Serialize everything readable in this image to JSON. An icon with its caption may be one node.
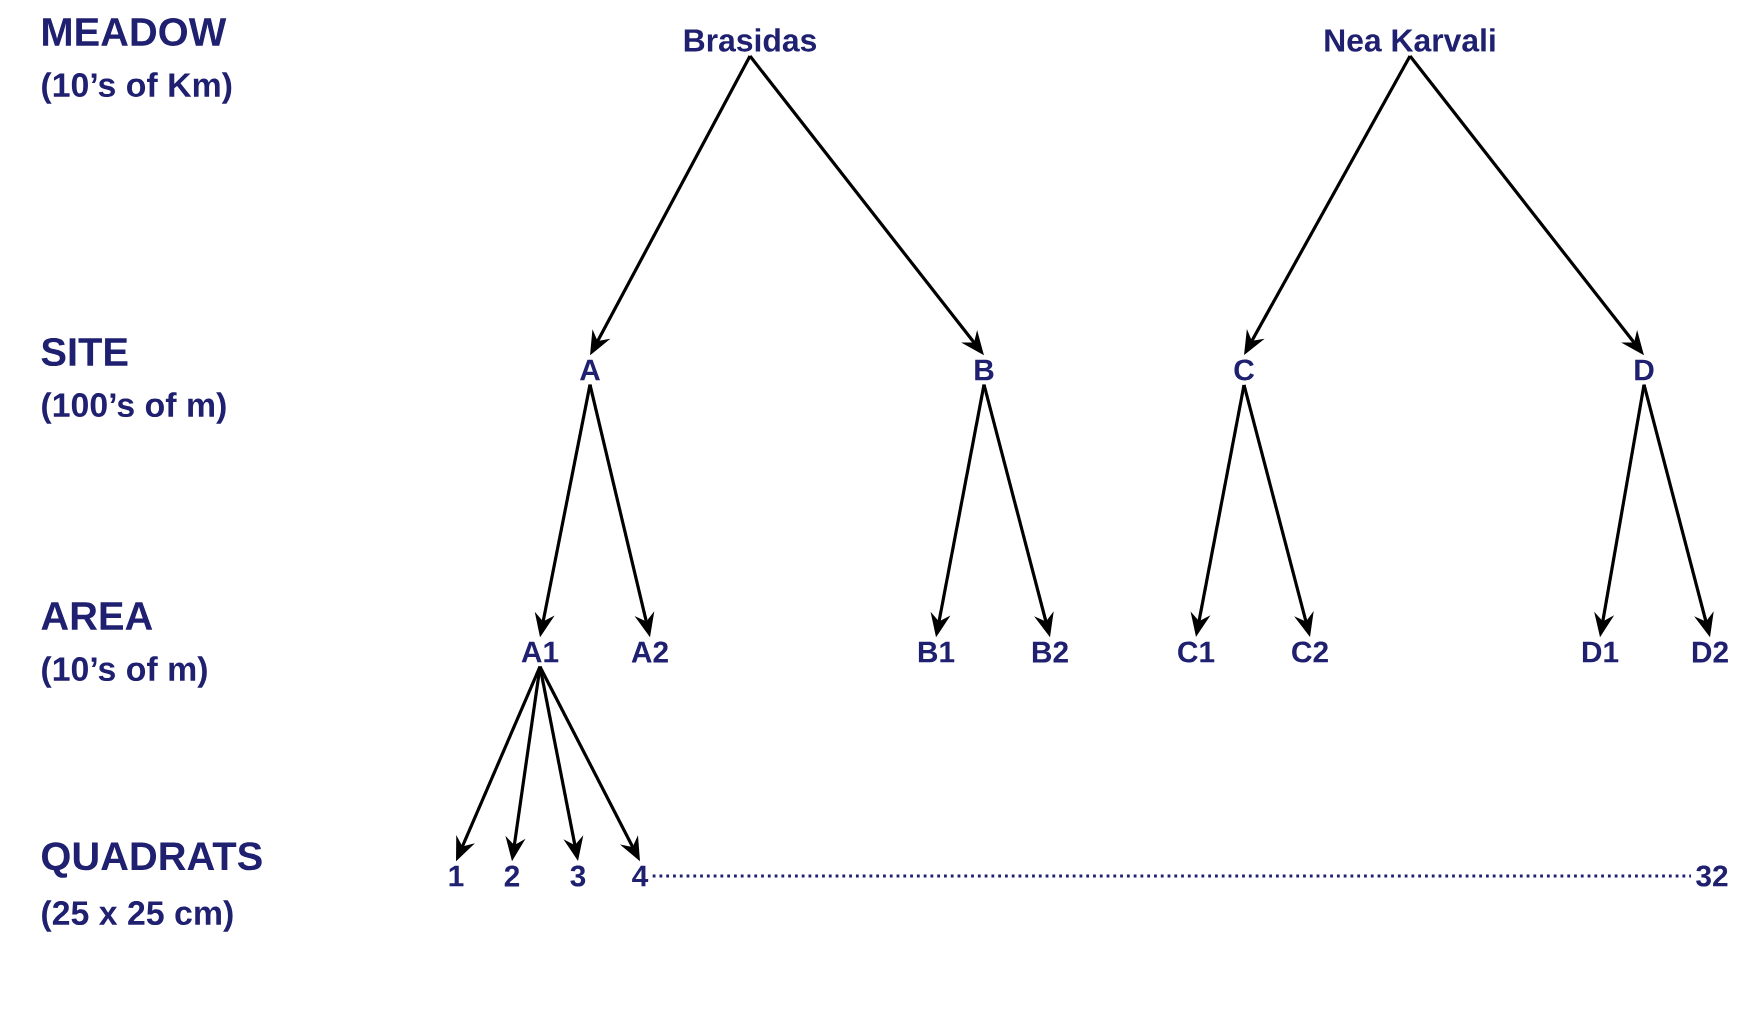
{
  "diagram": {
    "nodes": [
      {
        "text": [
          "Brasidas"
        ]
      },
      {
        "text": [
          "Nea Karvali"
        ]
      },
      {
        "text": [
          "A"
        ]
      },
      {
        "text": [
          "B"
        ]
      },
      {
        "text": [
          "C"
        ]
      },
      {
        "text": [
          "D"
        ]
      },
      {
        "text": [
          "A1"
        ]
      },
      {
        "text": [
          "A2"
        ]
      },
      {
        "text": [
          "B1"
        ]
      },
      {
        "text": [
          "B2"
        ]
      },
      {
        "text": [
          "C1"
        ]
      },
      {
        "text": [
          "C2"
        ]
      },
      {
        "text": [
          "D1"
        ]
      },
      {
        "text": [
          "D2"
        ]
      },
      {
        "text": [
          "1"
        ]
      },
      {
        "text": [
          "2"
        ]
      },
      {
        "text": [
          "3"
        ]
      },
      {
        "text": [
          "4"
        ]
      },
      {
        "text": [
          "32"
        ]
      }
    ],
    "edges": [
      {
        "from": 0,
        "to": 2,
        "arrow": "to"
      },
      {
        "from": 0,
        "to": 3,
        "arrow": "to"
      },
      {
        "from": 1,
        "to": 4,
        "arrow": "to"
      },
      {
        "from": 1,
        "to": 5,
        "arrow": "to"
      },
      {
        "from": 2,
        "to": 6,
        "arrow": "to"
      },
      {
        "from": 2,
        "to": 7,
        "arrow": "to"
      },
      {
        "from": 3,
        "to": 8,
        "arrow": "to"
      },
      {
        "from": 3,
        "to": 9,
        "arrow": "to"
      },
      {
        "from": 4,
        "to": 10,
        "arrow": "to"
      },
      {
        "from": 4,
        "to": 11,
        "arrow": "to"
      },
      {
        "from": 5,
        "to": 12,
        "arrow": "to"
      },
      {
        "from": 5,
        "to": 13,
        "arrow": "to"
      },
      {
        "from": 6,
        "to": 14,
        "arrow": "to"
      },
      {
        "from": 6,
        "to": 15,
        "arrow": "to"
      },
      {
        "from": 6,
        "to": 16,
        "arrow": "to"
      },
      {
        "from": 6,
        "to": 17,
        "arrow": "to"
      },
      {
        "from": 17,
        "to": 18,
        "arrow": "none",
        "style": "dashed",
        "color": "#1f2070"
      }
    ],
    "labels": [
      "MEADOW",
      "(10’s of Km)",
      "SITE",
      "(100’s of m)",
      "AREA",
      "(10’s of m)",
      "QUADRATS",
      "(25 x 25 cm)"
    ]
  }
}
